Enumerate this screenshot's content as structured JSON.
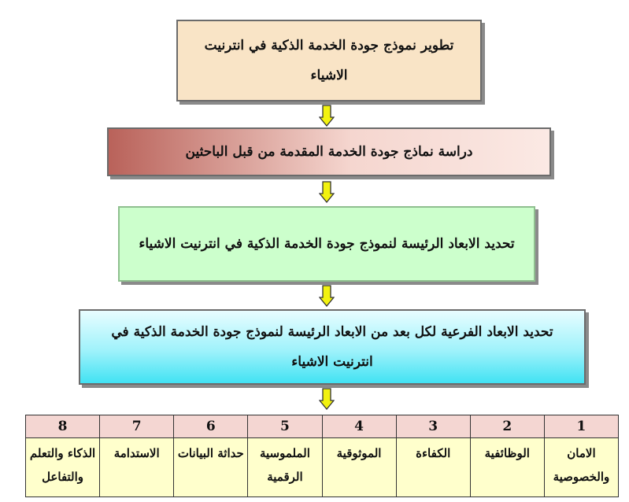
{
  "flow": {
    "step1": "تطوير نموذج جودة الخدمة الذكية في انترنيت الاشياء",
    "step2": "دراسة نماذج جودة الخدمة المقدمة من قبل الباحثين",
    "step3": "تحديد الابعاد الرئيسة لنموذج جودة الخدمة الذكية في انترنيت الاشياء",
    "step4": "تحديد الابعاد الفرعية لكل بعد من الابعاد الرئيسة لنموذج جودة الخدمة الذكية في انترنيت الاشياء"
  },
  "dimensions": [
    {
      "num": "1",
      "name": "الامان والخصوصية"
    },
    {
      "num": "2",
      "name": "الوظائفية"
    },
    {
      "num": "3",
      "name": "الكفاءة"
    },
    {
      "num": "4",
      "name": "الموثوقية"
    },
    {
      "num": "5",
      "name": "الملموسية الرقمية"
    },
    {
      "num": "6",
      "name": "حداثة البيانات"
    },
    {
      "num": "7",
      "name": "الاستدامة"
    },
    {
      "num": "8",
      "name": "الذكاء والتعلم والتفاعل"
    }
  ],
  "colors": {
    "step1_fill": "#f9e4c6",
    "step2_fill": "#e6a89e",
    "step3_fill": "#ccffcc",
    "step4_fill": "#7eeaf6",
    "arrow_fill": "#f2f20f",
    "number_row_fill": "#f4d6d2",
    "name_row_fill": "#ffffcc"
  },
  "icons": {
    "connector": "down-arrow-icon"
  }
}
